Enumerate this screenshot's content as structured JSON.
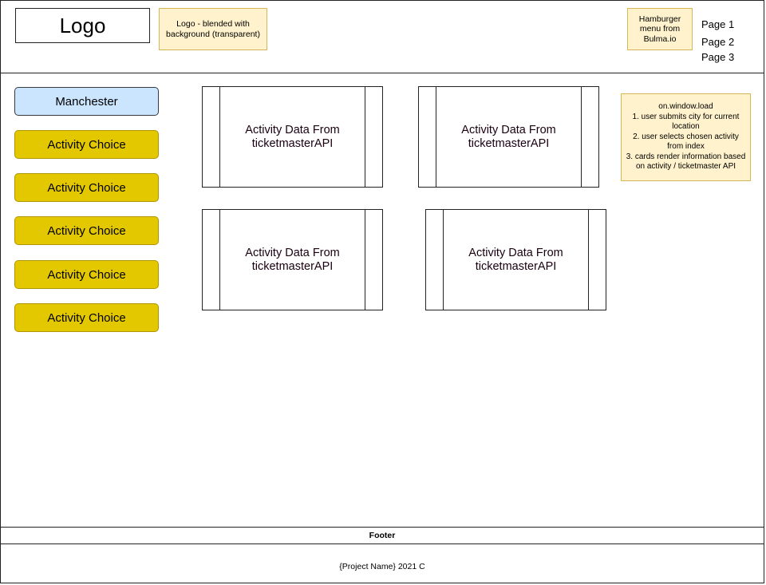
{
  "header": {
    "logo_text": "Logo",
    "logo_note": "Logo - blended with background (transparent)",
    "menu_note": "Hamburger menu from Bulma.io",
    "nav_links": [
      "Page 1",
      "Page 2",
      "Page 3"
    ]
  },
  "sidebar": {
    "city_label": "Manchester",
    "activity_buttons": [
      "Activity Choice",
      "Activity Choice",
      "Activity Choice",
      "Activity Choice",
      "Activity Choice"
    ]
  },
  "cards": [
    {
      "text": "Activity Data From ticketmasterAPI"
    },
    {
      "text": "Activity Data From ticketmasterAPI"
    },
    {
      "text": "Activity Data From ticketmasterAPI"
    },
    {
      "text": "Activity Data From ticketmasterAPI"
    }
  ],
  "notes": {
    "flow_title": "on.window.load",
    "flow_steps": [
      "1. user submits city for current location",
      "2. user selects chosen activity from index",
      "3. cards render information based on activity / ticketmaster API"
    ]
  },
  "footer": {
    "label": "Footer",
    "text": "{Project Name} 2021 C"
  },
  "colors": {
    "note_fill": "#fff2cc",
    "note_border": "#d6b656",
    "city_button": "#cce5ff",
    "activity_button": "#e3c800"
  }
}
